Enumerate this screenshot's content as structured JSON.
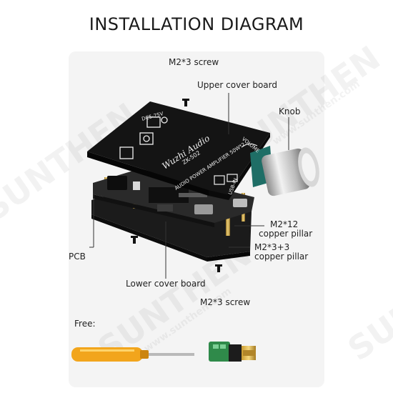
{
  "title": "INSTALLATION DIAGRAM",
  "labels": {
    "screw_top": "M2*3 screw",
    "upper_cover": "Upper cover board",
    "knob": "Knob",
    "pillar_12_line1": "M2*12",
    "pillar_12_line2": "copper pillar",
    "pillar_33_line1": "M2*3+3",
    "pillar_33_line2": "copper pillar",
    "pcb": "PCB",
    "lower_cover": "Lower cover board",
    "screw_bottom": "M2*3 screw",
    "free": "Free:"
  },
  "board_text": {
    "brand": "Wuzhi Audio",
    "model": "ZK-502",
    "subtitle": "AUDIO POWER AMPLIFIER 50W*2",
    "volume": "VOLUME",
    "power": "DC5-25V",
    "usb": "USB-IN"
  },
  "watermark": "SUNTHEN",
  "watermark_url": "www.sunthen.com",
  "colors": {
    "board": "#141414",
    "pcb": "#222222",
    "knob": "#c8c8c8",
    "pot_base": "#1f6e66",
    "screwdriver_handle": "#f2a51c",
    "terminal": "#2f8a4a",
    "jack": "#d4a73a"
  }
}
